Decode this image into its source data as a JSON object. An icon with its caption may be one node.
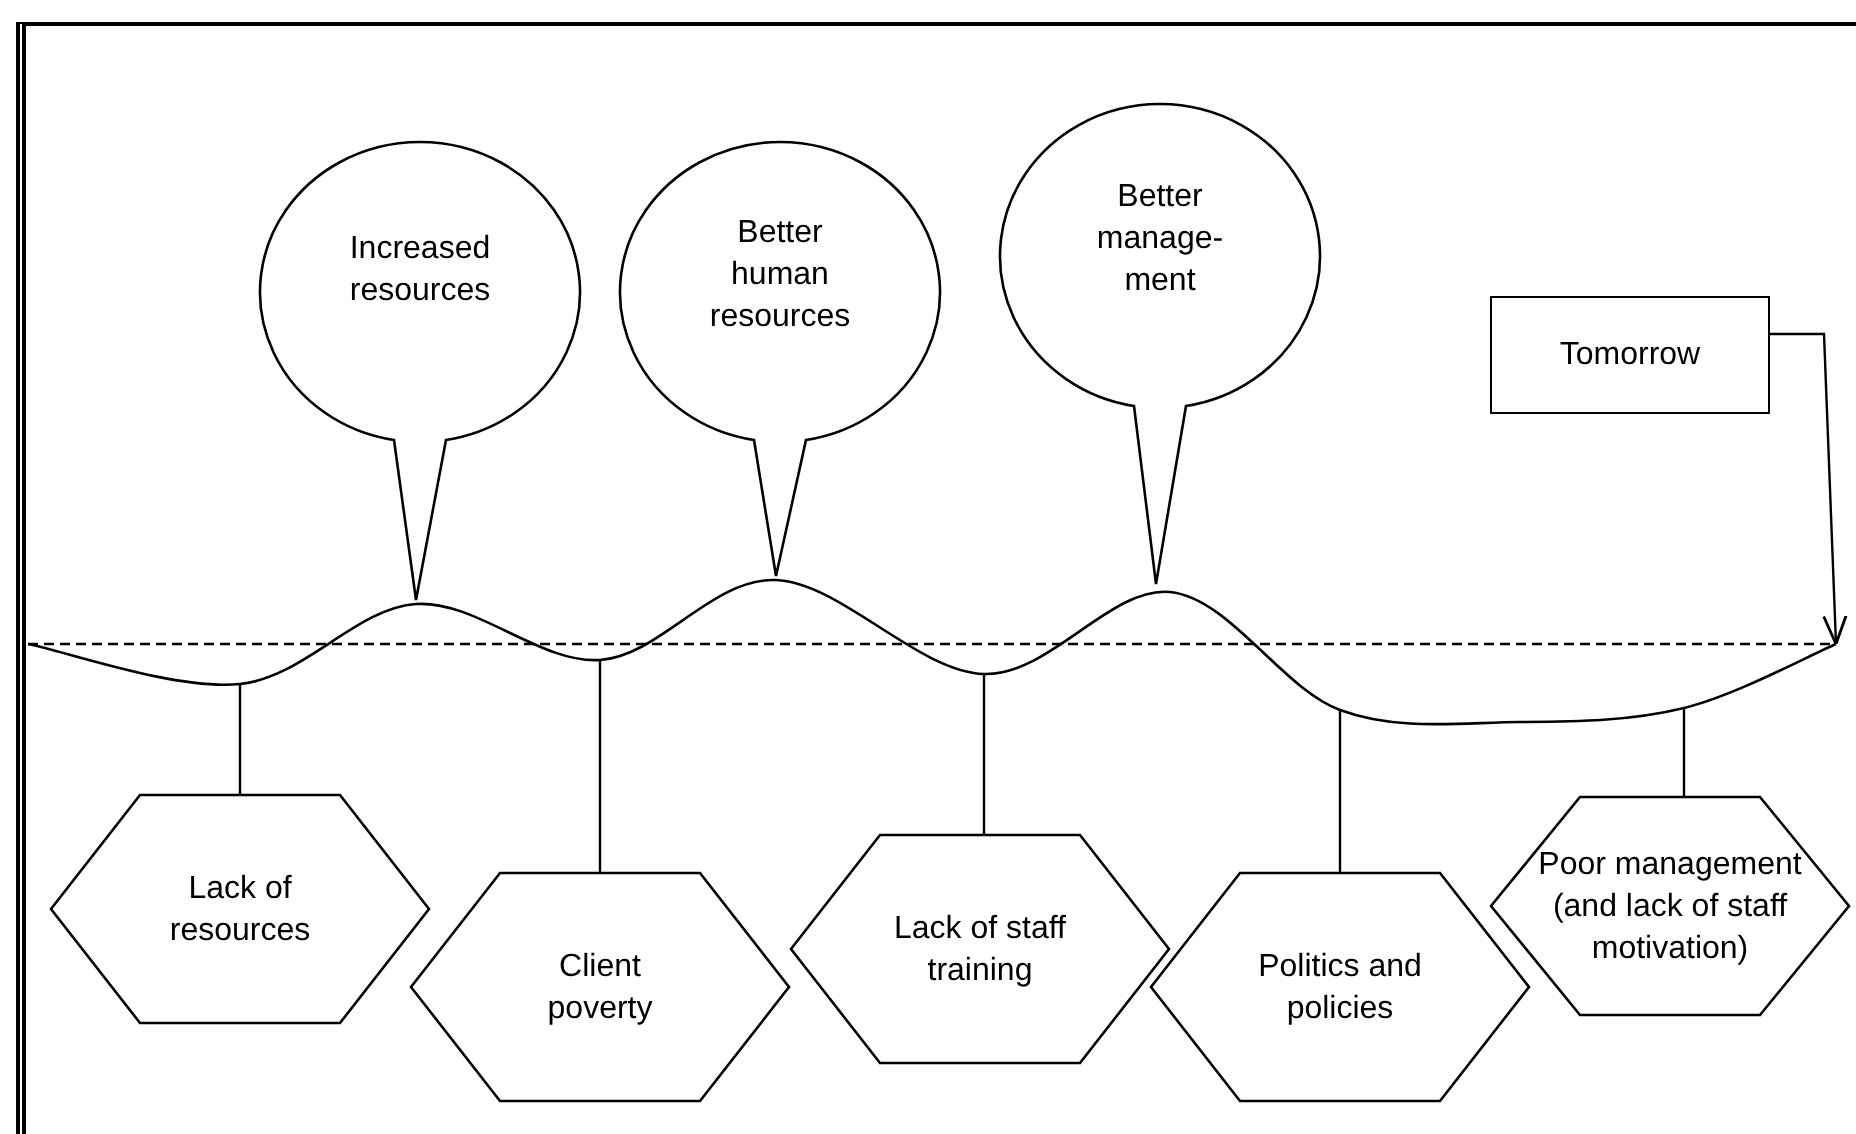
{
  "diagram": {
    "nodes": [
      {
        "text": [
          "Increased resources"
        ]
      },
      {
        "text": [
          "Better human resources"
        ]
      },
      {
        "text": [
          "Better manage- ment"
        ]
      },
      {
        "text": [
          "Tomorrow"
        ]
      },
      {
        "text": [],
        "shape": "wave"
      },
      {
        "text": [
          "Lack of resources"
        ]
      },
      {
        "text": [
          "Client poverty"
        ]
      },
      {
        "text": [
          "Lack of staff training"
        ]
      },
      {
        "text": [
          "Politics and policies"
        ]
      },
      {
        "text": [
          "Poor management (and lack of staff motivation)"
        ]
      }
    ],
    "edges": [
      {
        "from": 3,
        "to": 4,
        "arrow": "to"
      },
      {
        "from": 5,
        "to": 4,
        "arrow": "none"
      },
      {
        "from": 6,
        "to": 4,
        "arrow": "none"
      },
      {
        "from": 7,
        "to": 4,
        "arrow": "none"
      },
      {
        "from": 8,
        "to": 4,
        "arrow": "none"
      },
      {
        "from": 9,
        "to": 4,
        "arrow": "none"
      }
    ]
  }
}
